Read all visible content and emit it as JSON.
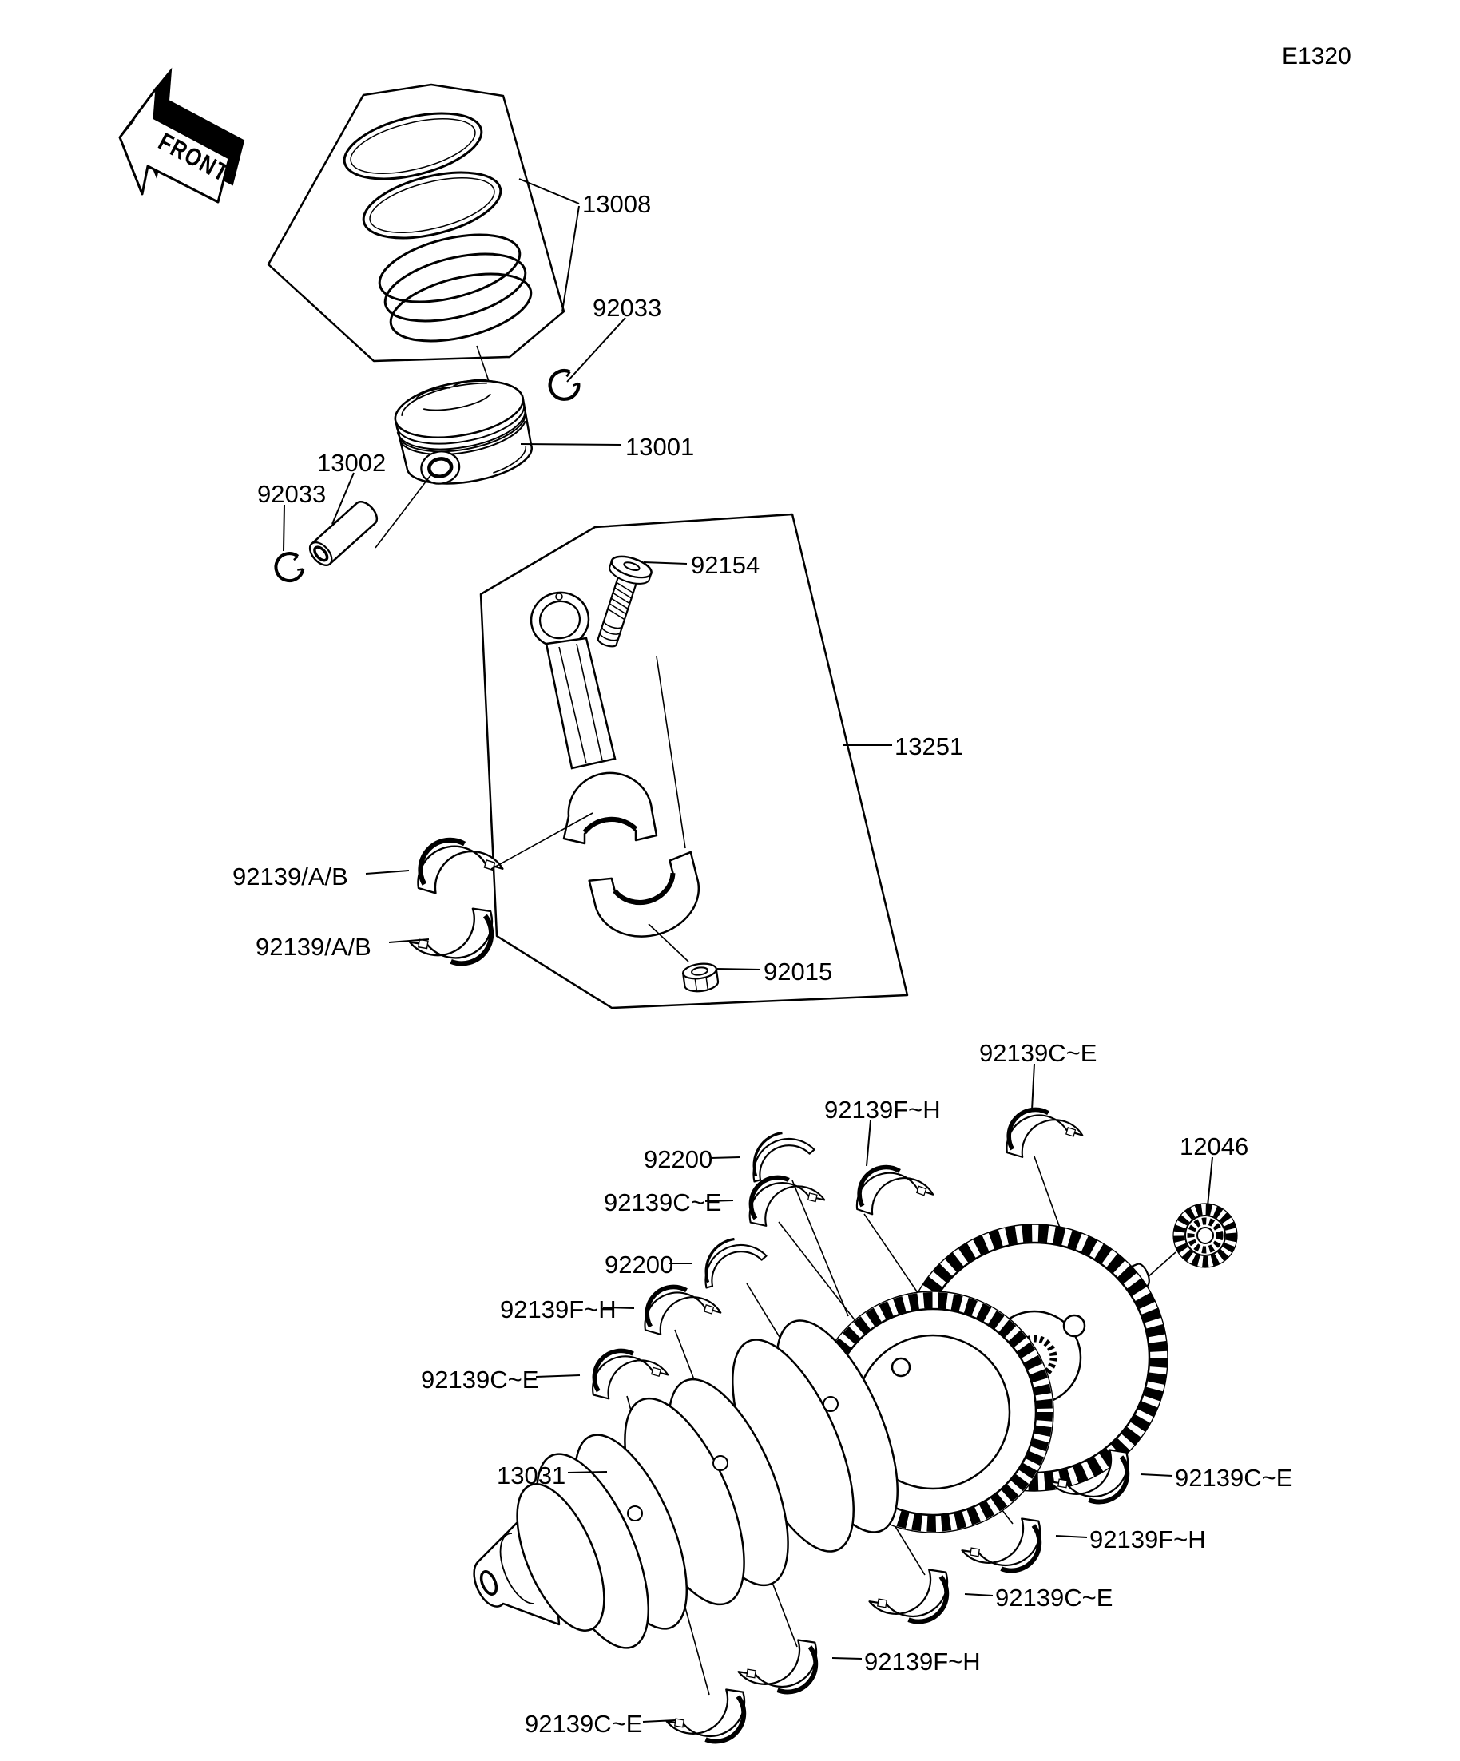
{
  "page": {
    "code": "E1320",
    "front_marker": "FRONT"
  },
  "colors": {
    "ink": "#000000",
    "background": "#ffffff"
  },
  "callouts": [
    {
      "id": "ring-set",
      "part": "13008"
    },
    {
      "id": "circlip-right",
      "part": "92033"
    },
    {
      "id": "piston",
      "part": "13001"
    },
    {
      "id": "piston-pin",
      "part": "13002"
    },
    {
      "id": "circlip-left",
      "part": "92033"
    },
    {
      "id": "rod-bolt",
      "part": "92154"
    },
    {
      "id": "connecting-rod",
      "part": "13251"
    },
    {
      "id": "rod-bearing-upper",
      "part": "92139/A/B"
    },
    {
      "id": "rod-bearing-lower",
      "part": "92139/A/B"
    },
    {
      "id": "rod-nut",
      "part": "92015"
    },
    {
      "id": "main-bearing-top",
      "part": "92139C~E"
    },
    {
      "id": "main-bearing-2",
      "part": "92139F~H"
    },
    {
      "id": "thrust-washer-1",
      "part": "92200"
    },
    {
      "id": "main-bearing-3",
      "part": "92139C~E"
    },
    {
      "id": "thrust-washer-2",
      "part": "92200"
    },
    {
      "id": "main-bearing-4",
      "part": "92139F~H"
    },
    {
      "id": "main-bearing-5",
      "part": "92139C~E"
    },
    {
      "id": "small-gear",
      "part": "12046"
    },
    {
      "id": "crankshaft",
      "part": "13031"
    },
    {
      "id": "main-bearing-6",
      "part": "92139C~E"
    },
    {
      "id": "main-bearing-7",
      "part": "92139F~H"
    },
    {
      "id": "main-bearing-8",
      "part": "92139C~E"
    },
    {
      "id": "main-bearing-9",
      "part": "92139F~H"
    },
    {
      "id": "main-bearing-10",
      "part": "92139C~E"
    }
  ]
}
